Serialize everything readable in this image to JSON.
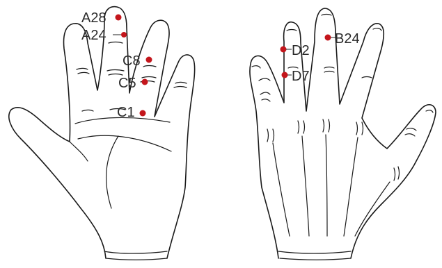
{
  "diagram": {
    "colors": {
      "point": "#c4161c",
      "outline": "#1a1a1a",
      "label": "#2b2b2b"
    },
    "left_hand_points": [
      {
        "id": "A28",
        "label": "A28"
      },
      {
        "id": "A24",
        "label": "A24"
      },
      {
        "id": "C8",
        "label": "C8"
      },
      {
        "id": "C5",
        "label": "C5"
      },
      {
        "id": "C1",
        "label": "C1"
      }
    ],
    "right_hand_points": [
      {
        "id": "D2",
        "label": "D2"
      },
      {
        "id": "B24",
        "label": "B24"
      },
      {
        "id": "D7",
        "label": "D7"
      }
    ]
  }
}
